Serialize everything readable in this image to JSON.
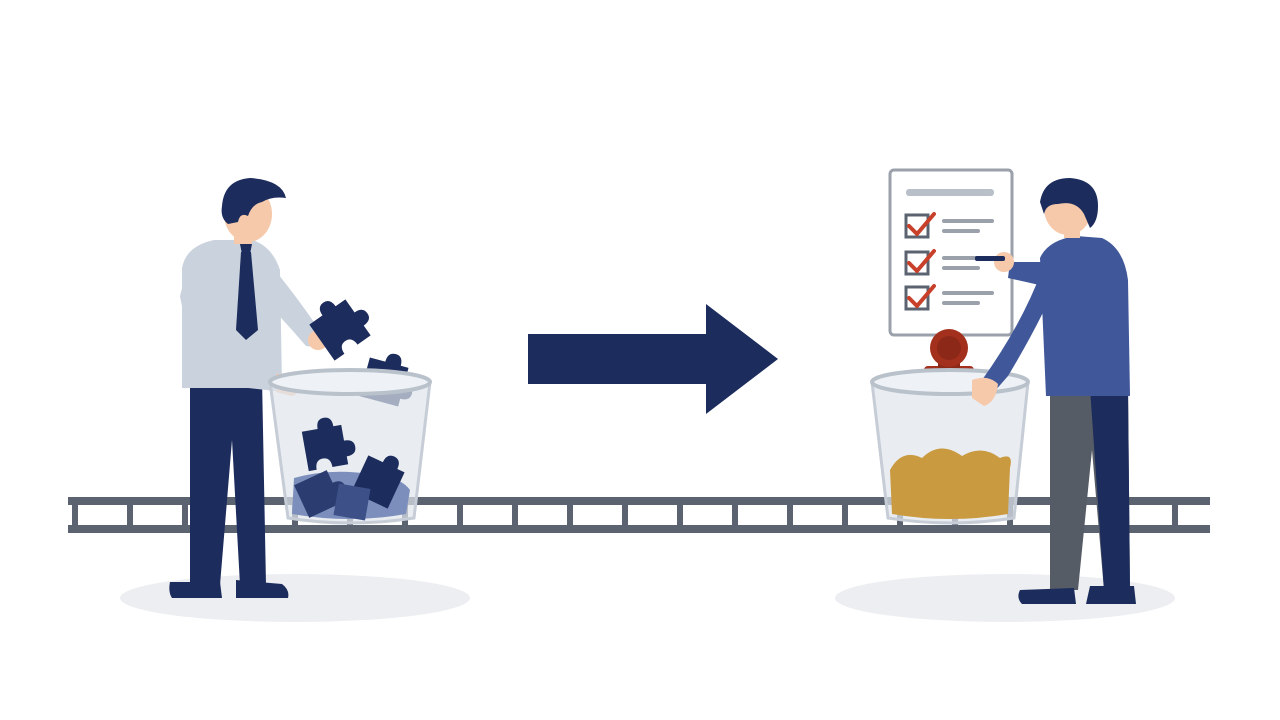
{
  "scene": {
    "description_visible_text": [],
    "colors": {
      "navy": "#1c2c5c",
      "light_shirt": "#c9d2dd",
      "blue_sweater": "#40589a",
      "gray_pants": "#565c66",
      "track": "#5c6370",
      "checkmark": "#c8402a",
      "stamp": "#a3301c",
      "honey": "#c99a40",
      "glass": "#dfe5ec",
      "skin": "#f6c9ab",
      "shadow": "#eceef1"
    },
    "icons": [
      "businessman-figure",
      "puzzle-piece-icon",
      "glass-bin",
      "conveyor-track",
      "right-arrow-icon",
      "checklist-clipboard",
      "checkmark-icon",
      "rubber-stamp-icon",
      "casual-man-figure"
    ],
    "checklist": {
      "items_checked": [
        true,
        true,
        true
      ]
    }
  }
}
